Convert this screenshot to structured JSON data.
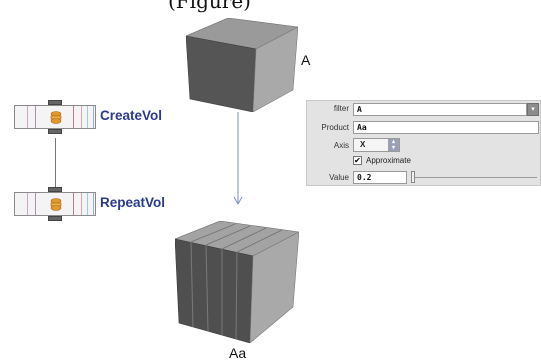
{
  "top_text": "(Figure)",
  "labels": {
    "cube_a": "A",
    "cube_aa": "Aa"
  },
  "nodes": [
    {
      "name": "CreateVol",
      "icon": "volume-node-icon"
    },
    {
      "name": "RepeatVol",
      "icon": "volume-node-icon"
    }
  ],
  "panel": {
    "filter": {
      "label": "filter",
      "value": "A",
      "menu_icon": "chevron-down-icon"
    },
    "product": {
      "label": "Product",
      "value": "Aa"
    },
    "axis": {
      "label": "Axis",
      "value": "X",
      "spin_icon": "spinner-icon"
    },
    "approximate": {
      "label": "Approximate",
      "checked": true,
      "check_glyph": "✔"
    },
    "value": {
      "label": "Value",
      "value": "0.2",
      "fraction": 0.0
    }
  },
  "colors": {
    "node_stripes": [
      "#c9a6c9",
      "#b18bb8",
      "#c47a8a",
      "#d8a6b0",
      "#a7c6d9",
      "#8fb4d6"
    ],
    "arrow": "#7d93c2",
    "node_text": "#2a3a8c"
  }
}
